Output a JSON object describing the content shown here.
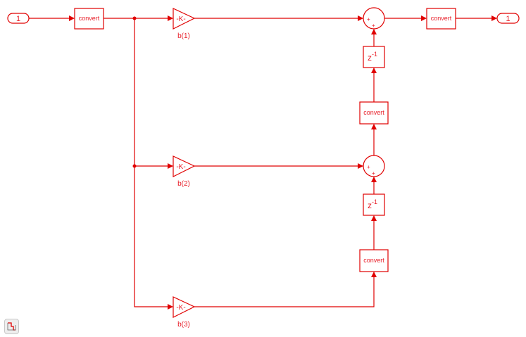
{
  "inport": {
    "label": "1"
  },
  "outport": {
    "label": "1"
  },
  "convert_label": "convert",
  "gains": [
    {
      "symbol": "-K-",
      "name": "b(1)"
    },
    {
      "symbol": "-K-",
      "name": "b(2)"
    },
    {
      "symbol": "-K-",
      "name": "b(3)"
    }
  ],
  "delay": {
    "base": "z",
    "exp": "-1"
  },
  "sum_signs": {
    "left": "+",
    "bottom": "+"
  },
  "colors": {
    "block": "#e00000",
    "text": "#e8202a"
  }
}
